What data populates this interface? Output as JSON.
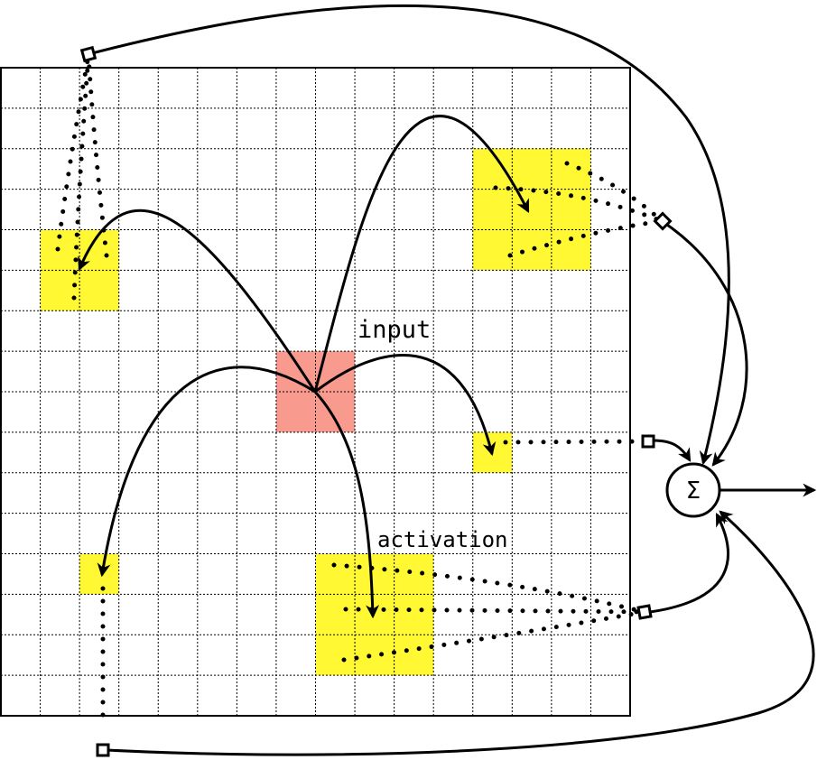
{
  "labels": {
    "input": "input",
    "activation": "activation",
    "sum_symbol": "Σ"
  },
  "colors": {
    "background": "#ffffff",
    "grid_line": "#000000",
    "input_cell": "#f99a8e",
    "activation_cell": "#fff832",
    "stroke": "#000000"
  },
  "grid": {
    "columns": 16,
    "rows": 16,
    "line_style": "dotted"
  },
  "input_cell": {
    "col": 7,
    "row": 7,
    "width_cells": 2,
    "height_cells": 2
  },
  "activation_regions": [
    {
      "id": "top-left",
      "col": 1,
      "row": 4,
      "width_cells": 2,
      "height_cells": 2
    },
    {
      "id": "top-right",
      "col": 12,
      "row": 2,
      "width_cells": 3,
      "height_cells": 3
    },
    {
      "id": "middle-right",
      "col": 12,
      "row": 9,
      "width_cells": 1,
      "height_cells": 1
    },
    {
      "id": "bottom-left",
      "col": 2,
      "row": 12,
      "width_cells": 1,
      "height_cells": 1
    },
    {
      "id": "bottom-center",
      "col": 8,
      "row": 12,
      "width_cells": 3,
      "height_cells": 3
    }
  ],
  "connectors": [
    {
      "id": "connector-top",
      "shape": "square-marker"
    },
    {
      "id": "connector-right-top",
      "shape": "diamond-marker"
    },
    {
      "id": "connector-middle",
      "shape": "square-marker"
    },
    {
      "id": "connector-bottom-right",
      "shape": "square-marker"
    },
    {
      "id": "connector-bottom",
      "shape": "square-marker"
    }
  ],
  "icons": {
    "sum_node": "summation-node",
    "output": "output-arrow"
  }
}
